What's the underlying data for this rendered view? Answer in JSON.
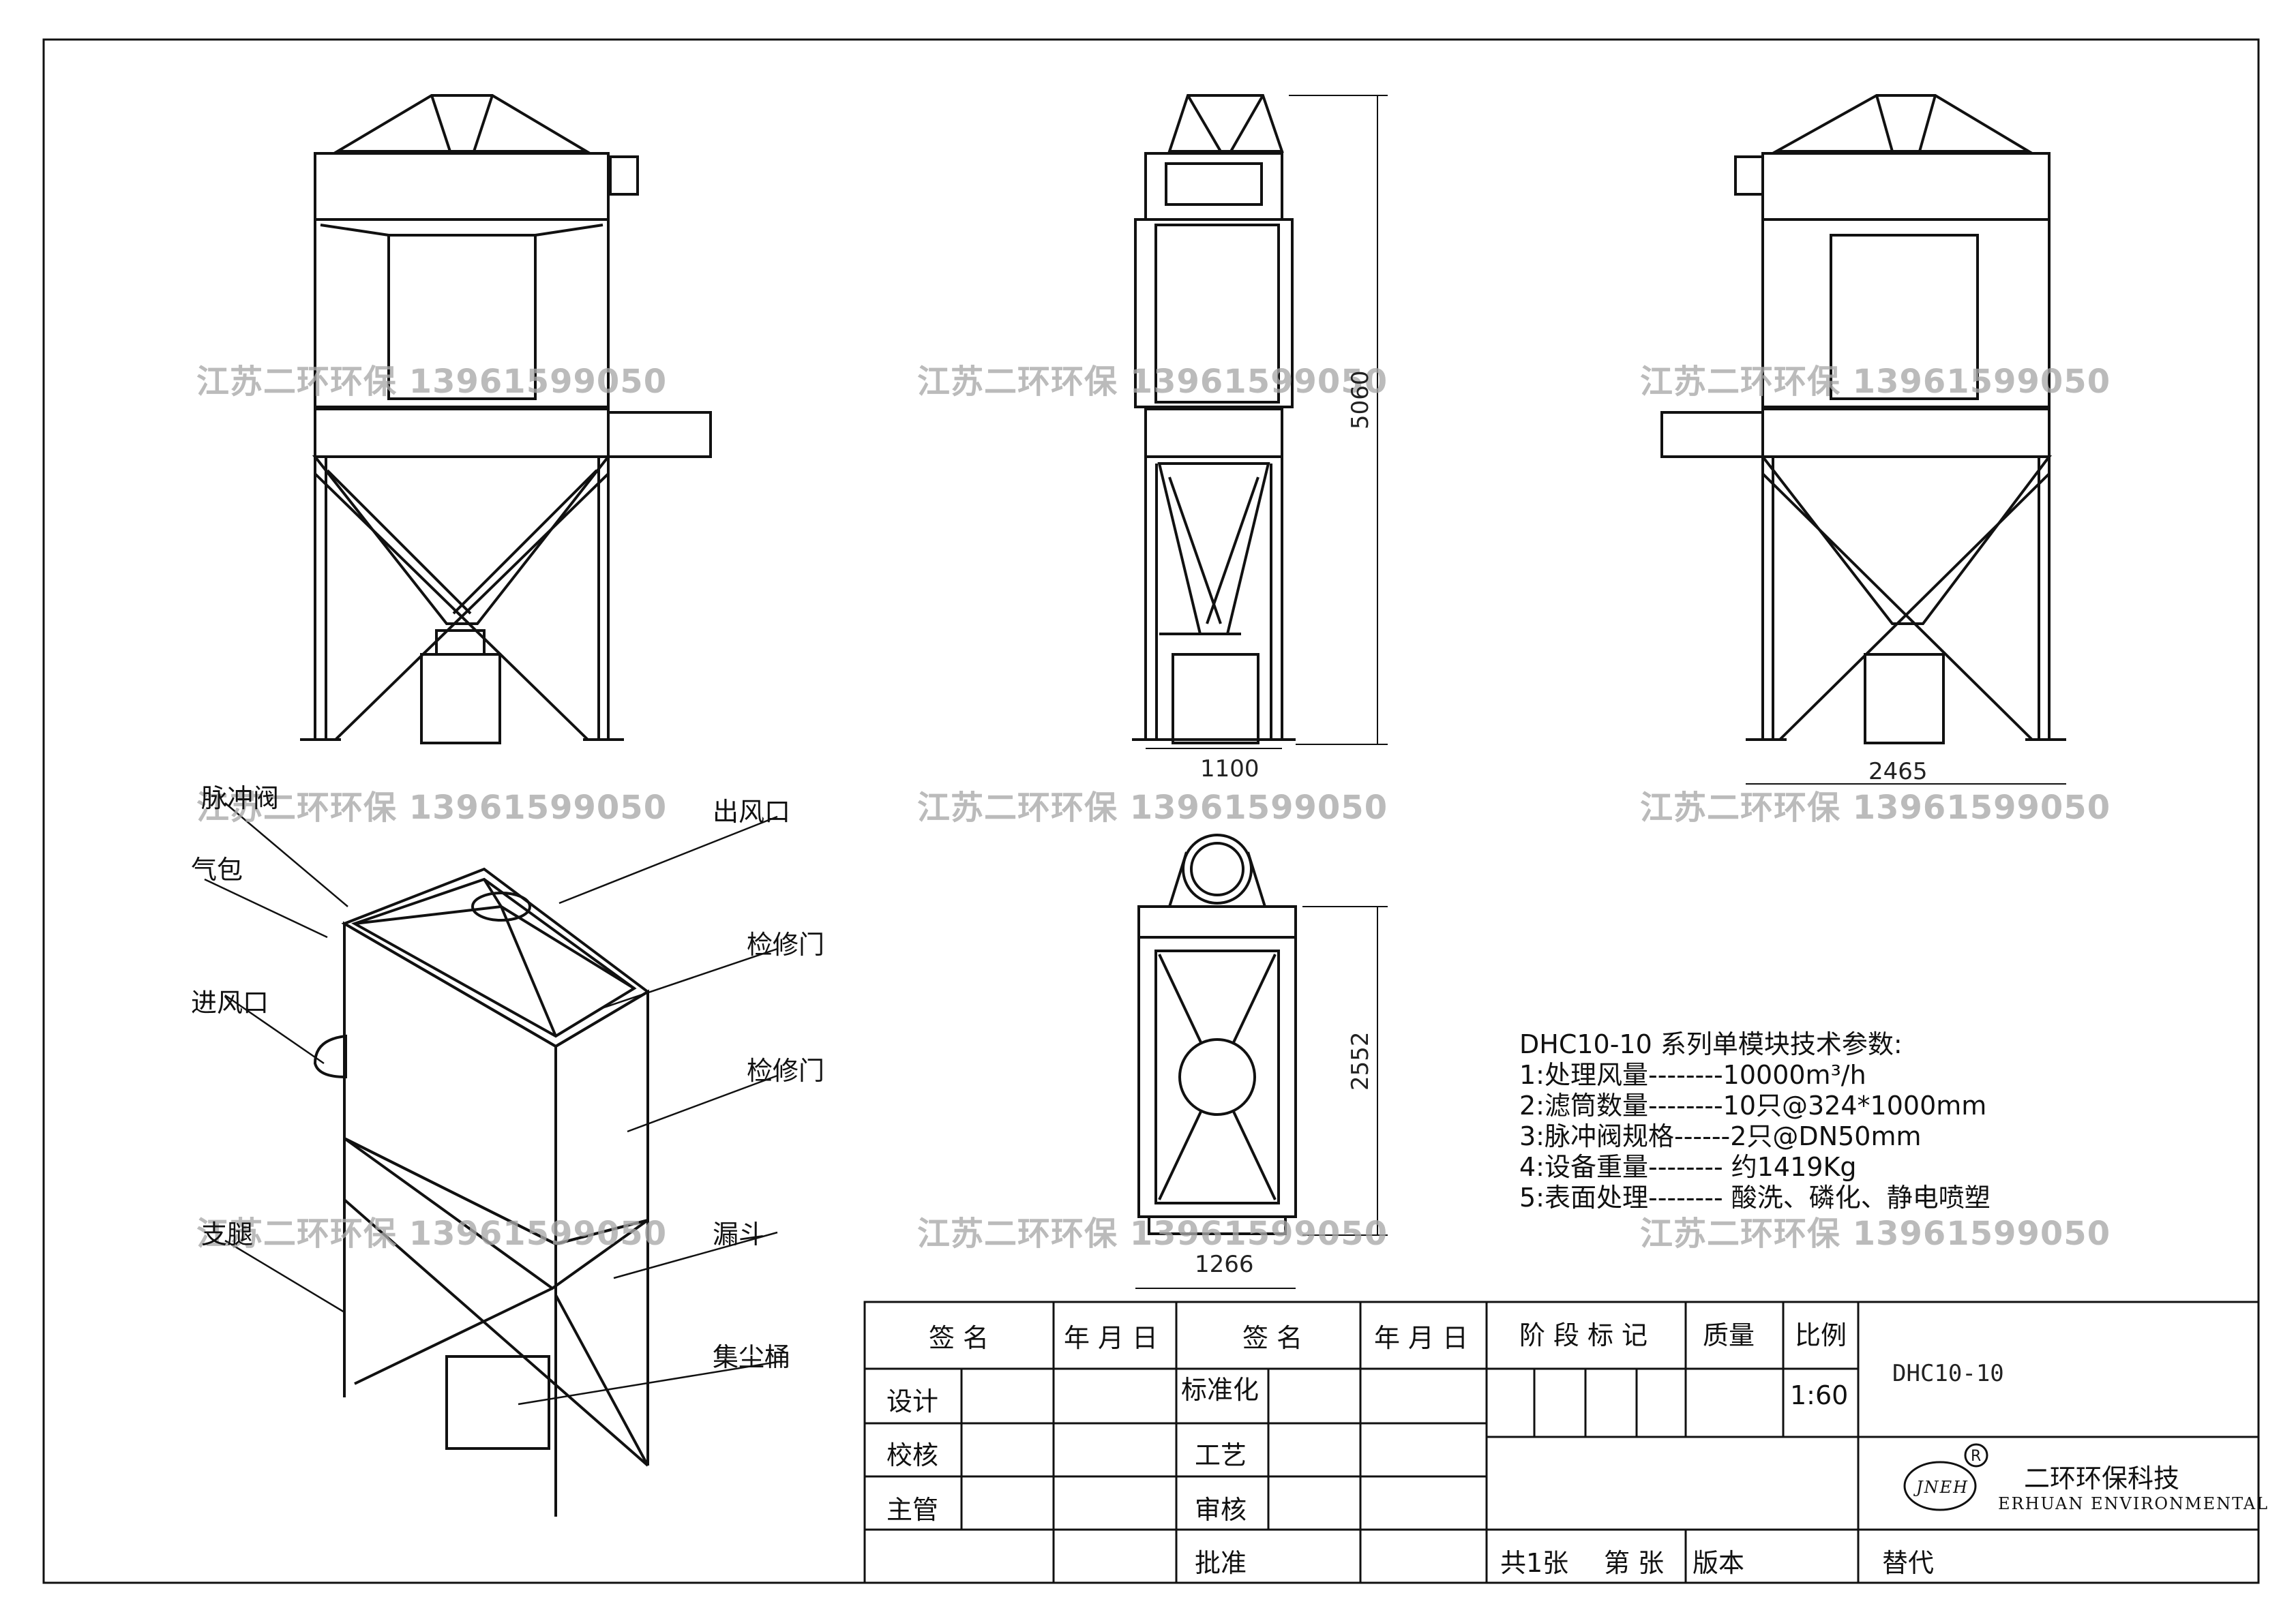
{
  "watermark": "江苏二环环保 13961599050",
  "callouts": {
    "pulse_valve": "脉冲阀",
    "air_bag": "气包",
    "inlet": "进风口",
    "support_leg": "支腿",
    "outlet": "出风口",
    "inspection_door_1": "检修门",
    "inspection_door_2": "检修门",
    "hopper": "漏斗",
    "dust_bucket": "集尘桶"
  },
  "dimensions": {
    "height": "5060",
    "side_width": "1100",
    "front_width": "2465",
    "top_depth": "2552",
    "top_width": "1266"
  },
  "params": {
    "title": "DHC10-10 系列单模块技术参数:",
    "lines": [
      "1:处理风量--------10000m³/h",
      "2:滤筒数量--------10只@324*1000mm",
      "3:脉冲阀规格------2只@DN50mm",
      "4:设备重量-------- 约1419Kg",
      "5:表面处理-------- 酸洗、磷化、静电喷塑"
    ]
  },
  "title_block": {
    "sign_1": "签名",
    "date_1": "年月日",
    "sign_2": "签名",
    "date_2": "年月日",
    "stage_mark": "阶段标记",
    "mass": "质量",
    "scale": "比例",
    "design": "设计",
    "standardize": "标准化",
    "check": "校核",
    "process": "工艺",
    "supervisor": "主管",
    "review": "审核",
    "approve": "批准",
    "scale_value": "1:60",
    "drawing_no": "DHC10-10",
    "total_sheets": "共1张",
    "sheet_no": "第 张",
    "version": "版本",
    "replace": "替代",
    "company_cn": "二环环保科技",
    "company_en": "ERHUAN ENVIRONMENTAL",
    "logo_text": "JNEH"
  }
}
